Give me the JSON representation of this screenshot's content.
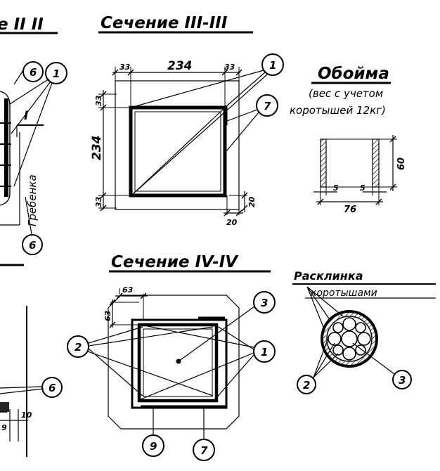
{
  "titles": {
    "sec_ii": "е  II II",
    "sec_iii": "Сечение  III-III",
    "sec_iv": "Сечение  IV-IV",
    "oboima": "Обойма",
    "oboima_note_1": "(вес с учетом",
    "oboima_note_2": "коротышей 12кг)",
    "rasklinka_1": "Расклинка",
    "rasklinka_2": "коротышами"
  },
  "left_partial": {
    "grebenka": "Гребенка",
    "mark_I": "I",
    "dim_9": "9",
    "dim_10": "10"
  },
  "section_iii_dims": {
    "top_left": "33",
    "top_mid": "234",
    "top_right": "33",
    "left_top": "33",
    "left_mid": "234",
    "left_bottom": "33",
    "right_bottom": "20",
    "bottom_right": "20"
  },
  "section_iv_dims": {
    "top": "63",
    "left": "63"
  },
  "oboima_dims": {
    "height": "60",
    "wall_left": "5",
    "wall_right": "5",
    "width": "76"
  },
  "callouts": {
    "c1": "1",
    "c2": "2",
    "c3": "3",
    "c6": "6",
    "c7": "7",
    "c9": "9"
  }
}
